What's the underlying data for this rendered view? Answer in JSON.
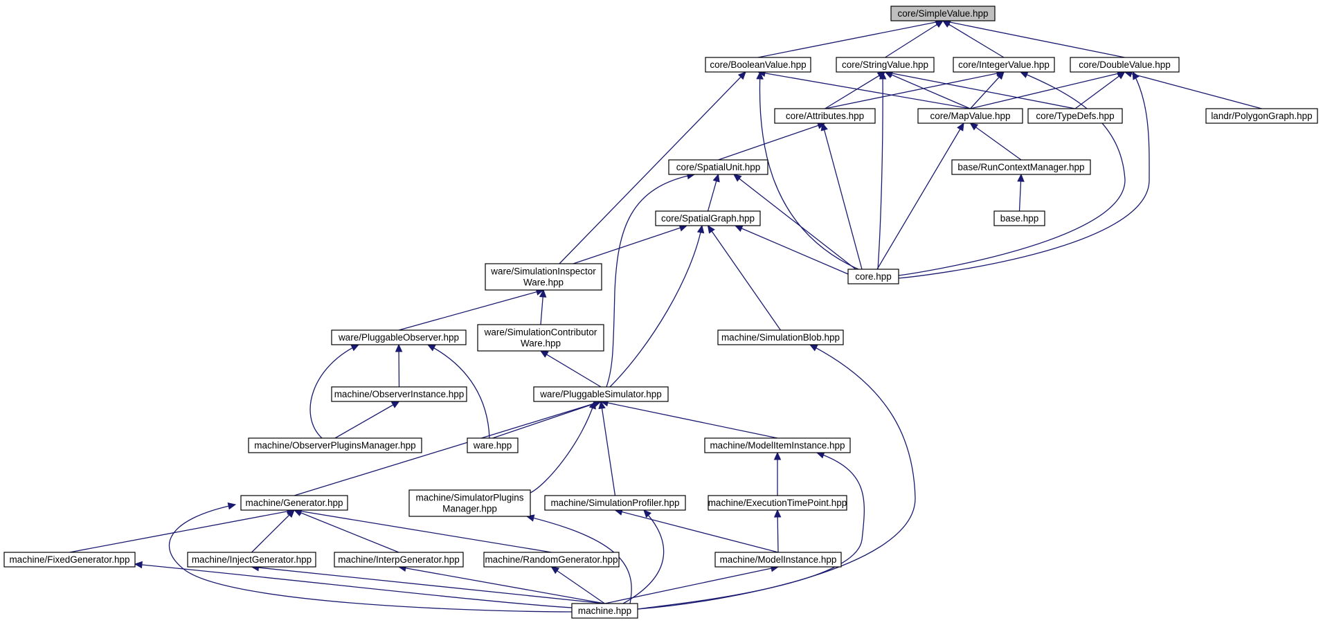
{
  "colors": {
    "edge": "#191970",
    "focus_fill": "#bfbfbf",
    "node_fill": "#ffffff",
    "border": "#000000"
  },
  "nodes": [
    {
      "id": "simplevalue",
      "lines": [
        "core/SimpleValue.hpp"
      ],
      "focus": true
    },
    {
      "id": "booleanvalue",
      "lines": [
        "core/BooleanValue.hpp"
      ]
    },
    {
      "id": "stringvalue",
      "lines": [
        "core/StringValue.hpp"
      ]
    },
    {
      "id": "integervalue",
      "lines": [
        "core/IntegerValue.hpp"
      ]
    },
    {
      "id": "doublevalue",
      "lines": [
        "core/DoubleValue.hpp"
      ]
    },
    {
      "id": "attributes",
      "lines": [
        "core/Attributes.hpp"
      ]
    },
    {
      "id": "mapvalue",
      "lines": [
        "core/MapValue.hpp"
      ]
    },
    {
      "id": "typedefs",
      "lines": [
        "core/TypeDefs.hpp"
      ]
    },
    {
      "id": "polygongraph",
      "lines": [
        "landr/PolygonGraph.hpp"
      ]
    },
    {
      "id": "spatialunit",
      "lines": [
        "core/SpatialUnit.hpp"
      ]
    },
    {
      "id": "runcontextmanager",
      "lines": [
        "base/RunContextManager.hpp"
      ]
    },
    {
      "id": "spatialgraph",
      "lines": [
        "core/SpatialGraph.hpp"
      ]
    },
    {
      "id": "basehpp",
      "lines": [
        "base.hpp"
      ]
    },
    {
      "id": "simulationinspectorware",
      "lines": [
        "ware/SimulationInspector",
        "Ware.hpp"
      ]
    },
    {
      "id": "corehpp",
      "lines": [
        "core.hpp"
      ]
    },
    {
      "id": "pluggableobserver",
      "lines": [
        "ware/PluggableObserver.hpp"
      ]
    },
    {
      "id": "simulationcontributorware",
      "lines": [
        "ware/SimulationContributor",
        "Ware.hpp"
      ]
    },
    {
      "id": "simulationblob",
      "lines": [
        "machine/SimulationBlob.hpp"
      ]
    },
    {
      "id": "observerinstance",
      "lines": [
        "machine/ObserverInstance.hpp"
      ]
    },
    {
      "id": "pluggablesimulator",
      "lines": [
        "ware/PluggableSimulator.hpp"
      ]
    },
    {
      "id": "observerpluginsmanager",
      "lines": [
        "machine/ObserverPluginsManager.hpp"
      ]
    },
    {
      "id": "warehpp",
      "lines": [
        "ware.hpp"
      ]
    },
    {
      "id": "modeliteminstance",
      "lines": [
        "machine/ModelItemInstance.hpp"
      ]
    },
    {
      "id": "generator",
      "lines": [
        "machine/Generator.hpp"
      ]
    },
    {
      "id": "simulatorpluginsmanager",
      "lines": [
        "machine/SimulatorPlugins",
        "Manager.hpp"
      ]
    },
    {
      "id": "simulationprofiler",
      "lines": [
        "machine/SimulationProfiler.hpp"
      ]
    },
    {
      "id": "executiontimepoint",
      "lines": [
        "machine/ExecutionTimePoint.hpp"
      ]
    },
    {
      "id": "fixedgenerator",
      "lines": [
        "machine/FixedGenerator.hpp"
      ]
    },
    {
      "id": "injectgenerator",
      "lines": [
        "machine/InjectGenerator.hpp"
      ]
    },
    {
      "id": "interpgenerator",
      "lines": [
        "machine/InterpGenerator.hpp"
      ]
    },
    {
      "id": "randomgenerator",
      "lines": [
        "machine/RandomGenerator.hpp"
      ]
    },
    {
      "id": "modelinstance",
      "lines": [
        "machine/ModelInstance.hpp"
      ]
    },
    {
      "id": "machinehpp",
      "lines": [
        "machine.hpp"
      ]
    }
  ],
  "edges": [
    {
      "from": "simplevalue",
      "to": "booleanvalue"
    },
    {
      "from": "simplevalue",
      "to": "stringvalue"
    },
    {
      "from": "simplevalue",
      "to": "integervalue"
    },
    {
      "from": "simplevalue",
      "to": "doublevalue"
    },
    {
      "from": "booleanvalue",
      "to": "mapvalue"
    },
    {
      "from": "booleanvalue",
      "to": "simulationinspectorware"
    },
    {
      "from": "booleanvalue",
      "to": "corehpp"
    },
    {
      "from": "stringvalue",
      "to": "attributes"
    },
    {
      "from": "stringvalue",
      "to": "mapvalue"
    },
    {
      "from": "stringvalue",
      "to": "typedefs"
    },
    {
      "from": "stringvalue",
      "to": "corehpp"
    },
    {
      "from": "integervalue",
      "to": "attributes"
    },
    {
      "from": "integervalue",
      "to": "mapvalue"
    },
    {
      "from": "integervalue",
      "to": "corehpp"
    },
    {
      "from": "doublevalue",
      "to": "mapvalue"
    },
    {
      "from": "doublevalue",
      "to": "typedefs"
    },
    {
      "from": "doublevalue",
      "to": "polygongraph"
    },
    {
      "from": "doublevalue",
      "to": "corehpp"
    },
    {
      "from": "attributes",
      "to": "spatialunit"
    },
    {
      "from": "attributes",
      "to": "corehpp"
    },
    {
      "from": "mapvalue",
      "to": "runcontextmanager"
    },
    {
      "from": "mapvalue",
      "to": "corehpp"
    },
    {
      "from": "runcontextmanager",
      "to": "basehpp"
    },
    {
      "from": "spatialunit",
      "to": "spatialgraph"
    },
    {
      "from": "spatialunit",
      "to": "corehpp"
    },
    {
      "from": "spatialunit",
      "to": "pluggablesimulator"
    },
    {
      "from": "spatialgraph",
      "to": "simulationinspectorware"
    },
    {
      "from": "spatialgraph",
      "to": "corehpp"
    },
    {
      "from": "spatialgraph",
      "to": "simulationblob"
    },
    {
      "from": "spatialgraph",
      "to": "pluggablesimulator"
    },
    {
      "from": "simulationinspectorware",
      "to": "pluggableobserver"
    },
    {
      "from": "simulationinspectorware",
      "to": "simulationcontributorware"
    },
    {
      "from": "pluggableobserver",
      "to": "observerinstance"
    },
    {
      "from": "pluggableobserver",
      "to": "observerpluginsmanager"
    },
    {
      "from": "pluggableobserver",
      "to": "warehpp"
    },
    {
      "from": "observerinstance",
      "to": "observerpluginsmanager"
    },
    {
      "from": "simulationcontributorware",
      "to": "pluggablesimulator"
    },
    {
      "from": "simulationblob",
      "to": "machinehpp"
    },
    {
      "from": "pluggablesimulator",
      "to": "warehpp"
    },
    {
      "from": "pluggablesimulator",
      "to": "modeliteminstance"
    },
    {
      "from": "pluggablesimulator",
      "to": "generator"
    },
    {
      "from": "pluggablesimulator",
      "to": "simulatorpluginsmanager"
    },
    {
      "from": "pluggablesimulator",
      "to": "simulationprofiler"
    },
    {
      "from": "modeliteminstance",
      "to": "executiontimepoint"
    },
    {
      "from": "modeliteminstance",
      "to": "machinehpp"
    },
    {
      "from": "executiontimepoint",
      "to": "modelinstance"
    },
    {
      "from": "generator",
      "to": "fixedgenerator"
    },
    {
      "from": "generator",
      "to": "injectgenerator"
    },
    {
      "from": "generator",
      "to": "interpgenerator"
    },
    {
      "from": "generator",
      "to": "randomgenerator"
    },
    {
      "from": "generator",
      "to": "machinehpp"
    },
    {
      "from": "simulatorpluginsmanager",
      "to": "machinehpp"
    },
    {
      "from": "simulationprofiler",
      "to": "modelinstance"
    },
    {
      "from": "simulationprofiler",
      "to": "machinehpp"
    },
    {
      "from": "fixedgenerator",
      "to": "machinehpp"
    },
    {
      "from": "injectgenerator",
      "to": "machinehpp"
    },
    {
      "from": "interpgenerator",
      "to": "machinehpp"
    },
    {
      "from": "randomgenerator",
      "to": "machinehpp"
    },
    {
      "from": "modelinstance",
      "to": "machinehpp"
    }
  ]
}
